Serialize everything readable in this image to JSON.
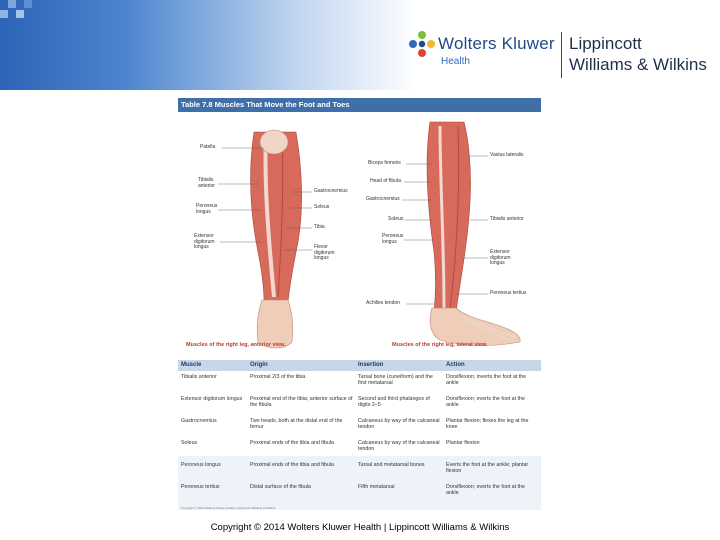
{
  "header": {
    "brand": "Wolters Kluwer",
    "division": "Health",
    "imprint_line1": "Lippincott",
    "imprint_line2": "Williams & Wilkins"
  },
  "figure": {
    "title": "Table 7.8  Muscles That Move the Foot and Toes",
    "anterior_labels": [
      "Patella",
      "Tibialis anterior",
      "Peroneus longus",
      "Extensor digitorum longus",
      "Gastrocnemius",
      "Soleus",
      "Tibia",
      "Flexor digitorum longus"
    ],
    "lateral_labels": [
      "Biceps femoris",
      "Head of fibula",
      "Gastrocnemius",
      "Soleus",
      "Peroneus longus",
      "Achilles tendon",
      "Vastus lateralis",
      "Tibialis anterior",
      "Extensor digitorum longus",
      "Peroneus tertius"
    ],
    "caption_anterior": "Muscles of the right leg, anterior view.",
    "caption_lateral": "Muscles of the right leg, lateral view.",
    "table": {
      "headers": [
        "Muscle",
        "Origin",
        "Insertion",
        "Action"
      ],
      "rows": [
        [
          "Tibialis anterior",
          "Proximal 2/3 of the tibia",
          "Tarsal bone (cuneiform) and the first metatarsal",
          "Dorsiflexion; inverts the foot at the ankle"
        ],
        [
          "Extensor digitorum longus",
          "Proximal end of the tibia; anterior surface of the fibula",
          "Second and third phalanges of digits 2–5",
          "Dorsiflexion; everts the foot at the ankle"
        ],
        [
          "Gastrocnemius",
          "Two heads, both at the distal end of the femur",
          "Calcaneus by way of the calcaneal tendon",
          "Plantar flexion; flexes the leg at the knee"
        ],
        [
          "Soleus",
          "Proximal ends of the tibia and fibula",
          "Calcaneus by way of the calcaneal tendon",
          "Plantar flexion"
        ],
        [
          "Peroneus longus",
          "Proximal ends of the tibia and fibula",
          "Tarsal and metatarsal bones",
          "Everts the foot at the ankle; plantar flexion"
        ],
        [
          "Peroneus tertius",
          "Distal surface of the fibula",
          "Fifth metatarsal",
          "Dorsiflexion; everts the foot at the ankle"
        ]
      ]
    },
    "fine_print": "Copyright © 2014 Wolters Kluwer Health | Lippincott Williams & Wilkins"
  },
  "footer": {
    "copyright": "Copyright © 2014 Wolters Kluwer Health | Lippincott Williams & Wilkins"
  },
  "colors": {
    "banner_blue": "#2c63b6",
    "title_bar": "#3f6fa9",
    "caption_red": "#c0392b",
    "muscle": "#c9564a"
  }
}
